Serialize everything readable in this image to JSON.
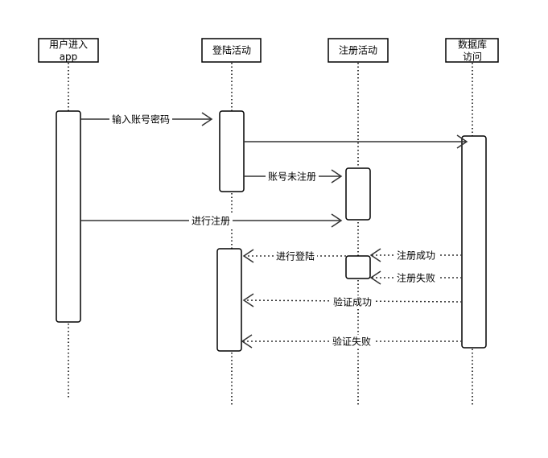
{
  "participants": [
    {
      "id": "user",
      "label_line1": "用户进入",
      "label_line2": "app"
    },
    {
      "id": "login",
      "label_line1": "登陆活动",
      "label_line2": ""
    },
    {
      "id": "register",
      "label_line1": "注册活动",
      "label_line2": ""
    },
    {
      "id": "db",
      "label_line1": "数据库",
      "label_line2": "访问"
    }
  ],
  "messages": [
    {
      "label": "输入账号密码",
      "from": "user",
      "to": "login",
      "style": "solid"
    },
    {
      "label": "",
      "from": "login",
      "to": "db",
      "style": "solid"
    },
    {
      "label": "账号未注册",
      "from": "login",
      "to": "register",
      "style": "solid"
    },
    {
      "label": "进行注册",
      "from": "user",
      "to": "register",
      "style": "solid"
    },
    {
      "label": "注册成功",
      "from": "db",
      "to": "register",
      "style": "dotted"
    },
    {
      "label": "进行登陆",
      "from": "register",
      "to": "login",
      "style": "dotted"
    },
    {
      "label": "注册失败",
      "from": "db",
      "to": "register",
      "style": "dotted"
    },
    {
      "label": "验证成功",
      "from": "db",
      "to": "login",
      "style": "dotted"
    },
    {
      "label": "验证失败",
      "from": "db",
      "to": "login",
      "style": "dotted"
    }
  ]
}
